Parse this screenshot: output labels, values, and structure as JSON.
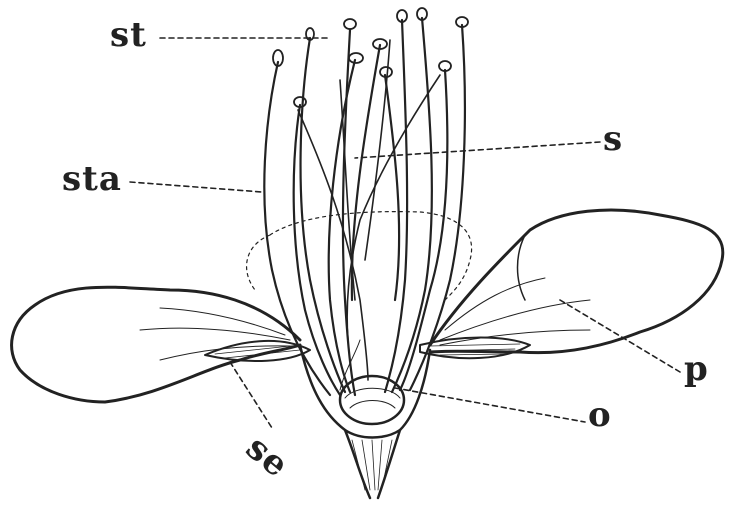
{
  "labels": {
    "stigma": "st",
    "style": "s",
    "stamen": "sta",
    "petal": "p",
    "ovary": "o",
    "sepal": "se"
  },
  "colors": {
    "ink": "#222222",
    "paper": "#ffffff"
  }
}
